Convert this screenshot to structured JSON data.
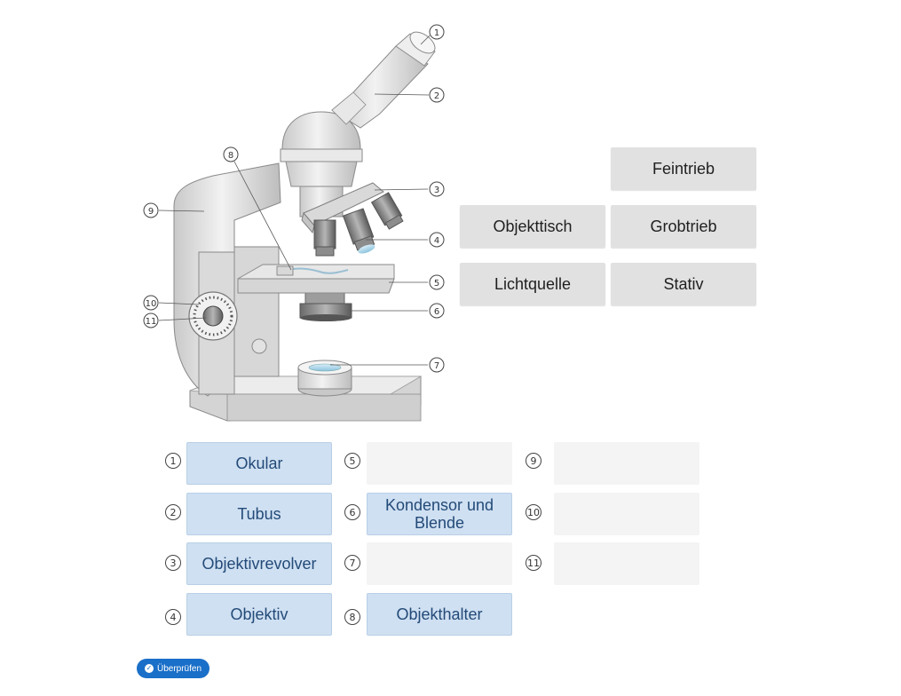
{
  "diagram": {
    "markers": [
      "1",
      "2",
      "3",
      "4",
      "5",
      "6",
      "7",
      "8",
      "9",
      "10",
      "11"
    ]
  },
  "word_bank": [
    "Feintrieb",
    "Objekttisch",
    "Grobtrieb",
    "Lichtquelle",
    "Stativ"
  ],
  "slots": [
    {
      "number": "1",
      "value": "Okular"
    },
    {
      "number": "2",
      "value": "Tubus"
    },
    {
      "number": "3",
      "value": "Objektivrevolver"
    },
    {
      "number": "4",
      "value": "Objektiv"
    },
    {
      "number": "5",
      "value": ""
    },
    {
      "number": "6",
      "value": "Kondensor und Blende"
    },
    {
      "number": "7",
      "value": ""
    },
    {
      "number": "8",
      "value": "Objekthalter"
    },
    {
      "number": "9",
      "value": ""
    },
    {
      "number": "10",
      "value": ""
    },
    {
      "number": "11",
      "value": ""
    }
  ],
  "check_button": {
    "label": "Überprüfen",
    "icon": "check-circle-icon"
  }
}
